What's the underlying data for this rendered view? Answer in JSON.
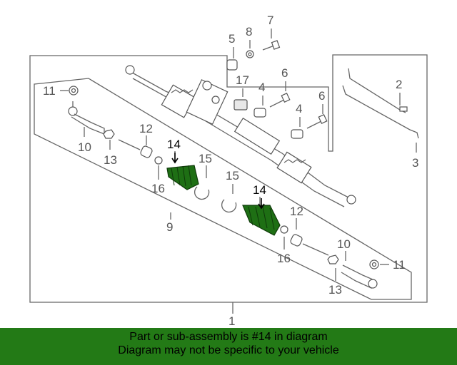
{
  "diagram": {
    "callouts": {
      "c1": "1",
      "c2": "2",
      "c3": "3",
      "c4a": "4",
      "c4b": "4",
      "c5": "5",
      "c6a": "6",
      "c6b": "6",
      "c7": "7",
      "c8": "8",
      "c9": "9",
      "c10a": "10",
      "c10b": "10",
      "c11a": "11",
      "c11b": "11",
      "c12a": "12",
      "c12b": "12",
      "c13a": "13",
      "c13b": "13",
      "c14a": "14",
      "c14b": "14",
      "c15a": "15",
      "c15b": "15",
      "c16a": "16",
      "c16b": "16",
      "c17": "17"
    },
    "highlight_color": "#1e6f14"
  },
  "banner": {
    "line1": "Part or sub-assembly is #14 in diagram",
    "line2": "Diagram may not be specific to your vehicle",
    "background": "#237a16"
  }
}
